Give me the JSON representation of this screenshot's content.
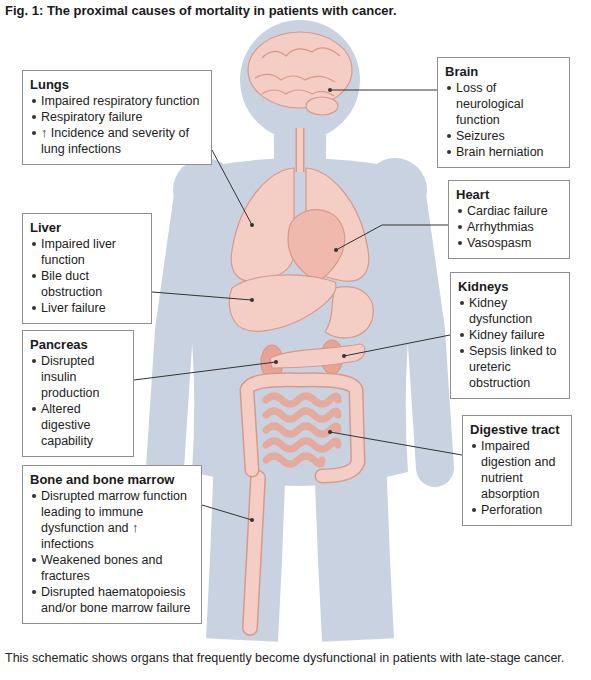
{
  "diagram": {
    "title": "Fig. 1: The proximal causes of mortality in patients with cancer.",
    "caption": "This schematic shows organs that frequently become dysfunctional in patients with late-stage cancer.",
    "nodes": [
      {
        "text": [
          "Brain",
          "Loss of neurological function",
          "Seizures",
          "Brain herniation"
        ]
      },
      {
        "text": [
          "Lungs",
          "Impaired respiratory function",
          "Respiratory failure",
          "↑ Incidence and severity of lung infections"
        ]
      },
      {
        "text": [
          "Heart",
          "Cardiac failure",
          "Arrhythmias",
          "Vasospasm"
        ]
      },
      {
        "text": [
          "Liver",
          "Impaired liver function",
          "Bile duct obstruction",
          "Liver failure"
        ]
      },
      {
        "text": [
          "Kidneys",
          "Kidney dysfunction",
          "Kidney failure",
          "Sepsis linked to ureteric obstruction"
        ]
      },
      {
        "text": [
          "Pancreas",
          "Disrupted insulin production",
          "Altered digestive capability"
        ]
      },
      {
        "text": [
          "Digestive tract",
          "Impaired digestion and nutrient absorption",
          "Perforation"
        ]
      },
      {
        "text": [
          "Bone and bone marrow",
          "Disrupted marrow function leading to immune dysfunction and ↑ infections",
          "Weakened bones and fractures",
          "Disrupted haematopoiesis and/or bone marrow failure"
        ]
      }
    ]
  }
}
